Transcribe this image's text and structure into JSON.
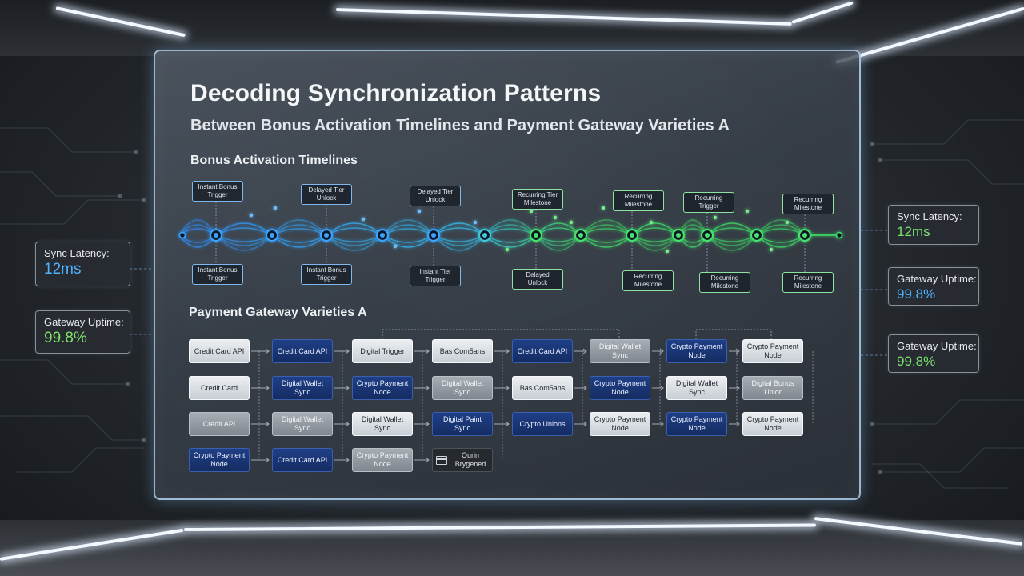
{
  "title": "Decoding Synchronization Patterns",
  "subtitle": "Between Bonus Activation Timelines and Payment Gateway Varieties A",
  "sections": {
    "bonus": "Bonus Activation Timelines",
    "payment": "Payment Gateway Varieties A"
  },
  "timeline": {
    "top_labels": [
      "Instant Bonus Trigger",
      "Delayed Tier Unlock",
      "Delayed Tier Unlock",
      "Recurring Tier Milestone",
      "Recurring Milestone",
      "Recurring Trigger",
      "Recurring Milestone"
    ],
    "bottom_labels": [
      "Instant Bonus Trigger",
      "Instant Bonus Trigger",
      "Instant Tier Trigger",
      "Delayed Unlock",
      "Recurring Milestone",
      "Recurring Milestone",
      "Recurring Milestone"
    ],
    "colors": {
      "start": "#2f8fff",
      "mid": "#36d0e0",
      "end": "#3ee067"
    }
  },
  "gateways": {
    "rows": [
      [
        {
          "label": "Credit Card API",
          "style": "light"
        },
        {
          "label": "Credit Card API",
          "style": "navy"
        },
        {
          "label": "Digital Trigger",
          "style": "light"
        },
        {
          "label": "Bas Com5ans",
          "style": "light"
        },
        {
          "label": "Credit Card API",
          "style": "navy"
        },
        {
          "label": "Digital Wallet Sync",
          "style": "gray"
        },
        {
          "label": "Crypto Payment Node",
          "style": "navy"
        },
        {
          "label": "Crypto Payment Node",
          "style": "light"
        }
      ],
      [
        {
          "label": "Credit Card",
          "style": "light"
        },
        {
          "label": "Digital Wallet Sync",
          "style": "navy"
        },
        {
          "label": "Crypto Payment Node",
          "style": "navy"
        },
        {
          "label": "Digital Wallet Sync",
          "style": "gray"
        },
        {
          "label": "Bas Com5ans",
          "style": "light"
        },
        {
          "label": "Crypto Payment Node",
          "style": "navy"
        },
        {
          "label": "Digital Wallet Sync",
          "style": "light"
        },
        {
          "label": "Digital Bonus Unior",
          "style": "gray"
        }
      ],
      [
        {
          "label": "Credit API",
          "style": "gray"
        },
        {
          "label": "Digital Wallet Sync",
          "style": "gray"
        },
        {
          "label": "Digital Wallet Sync",
          "style": "light"
        },
        {
          "label": "Digital Paint Sync",
          "style": "navy"
        },
        {
          "label": "Crypto Unions",
          "style": "navy"
        },
        {
          "label": "Crypto Payment Node",
          "style": "light"
        },
        {
          "label": "Crypto Payment Node",
          "style": "navy"
        },
        {
          "label": "Crypto Payment Node",
          "style": "light"
        }
      ],
      [
        {
          "label": "Crypto Payment Node",
          "style": "navy"
        },
        {
          "label": "Credit Card API",
          "style": "navy"
        },
        {
          "label": "Crypto Payment Node",
          "style": "gray"
        },
        {
          "label": "Ourin Brygened",
          "style": "dark",
          "icon": "card-icon"
        }
      ]
    ]
  },
  "metrics": {
    "left": [
      {
        "label": "Sync Latency:",
        "value": "12ms",
        "color": "blue"
      },
      {
        "label": "Gateway Uptime:",
        "value": "99.8%",
        "color": "green"
      }
    ],
    "right": [
      {
        "label": "Sync Latency:",
        "value": "12ms",
        "color": "green"
      },
      {
        "label": "Gateway Uptime:",
        "value": "99.8%",
        "color": "blue"
      },
      {
        "label": "Gateway Uptime:",
        "value": "99.8%",
        "color": "green"
      }
    ]
  }
}
